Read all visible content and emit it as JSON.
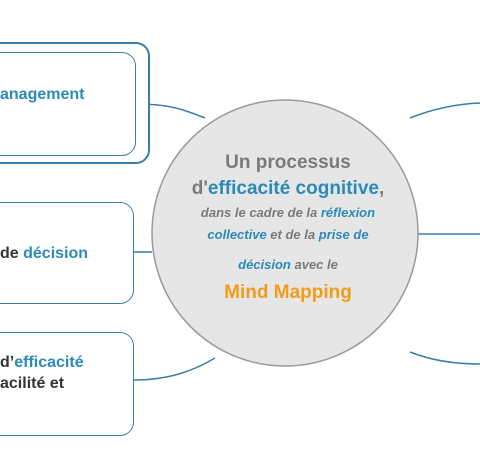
{
  "left_nodes": [
    {
      "parts": [
        {
          "text": "anagement",
          "style": "blue"
        }
      ]
    },
    {
      "parts": [
        {
          "text": "de ",
          "style": "dark"
        },
        {
          "text": "décision",
          "style": "blue"
        }
      ]
    },
    {
      "line1": [
        {
          "text": "d’",
          "style": "dark"
        },
        {
          "text": "efficacité",
          "style": "blue"
        }
      ],
      "line2": [
        {
          "text": "acilité et",
          "style": "dark"
        }
      ]
    }
  ],
  "center": {
    "title": "Un processus",
    "line2_prefix": "d'",
    "line2_highlight": "efficacité cognitive",
    "line2_suffix": ",",
    "line3_a": "dans le cadre de la ",
    "line3_hl": "réflexion",
    "line4_hl1": "collective",
    "line4_b": " et de la ",
    "line4_hl2": "prise de",
    "line5_hl": "décision",
    "line5_b": " avec le",
    "mindmap": "Mind Mapping"
  },
  "colors": {
    "accent_blue": "#2a8ab8",
    "circle_fill": "#e6e6e6",
    "circle_stroke": "#9a9a9a",
    "connector": "#3a7ea8",
    "orange": "#f39c1a",
    "dark_text": "#333333",
    "grey_text": "#7a7a7a"
  }
}
